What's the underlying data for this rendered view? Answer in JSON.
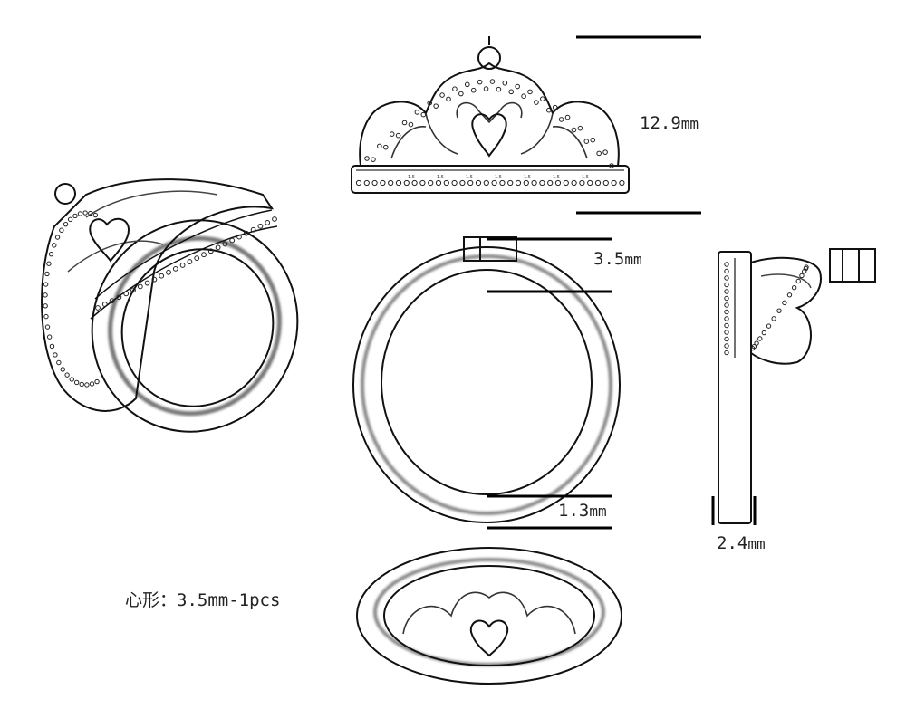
{
  "dimensions": {
    "crown_height": {
      "value": "12.9",
      "unit": "mm"
    },
    "band_top_width": {
      "value": "3.5",
      "unit": "mm"
    },
    "band_thickness": {
      "value": "1.3",
      "unit": "mm"
    },
    "band_side_width": {
      "value": "2.4",
      "unit": "mm"
    }
  },
  "band_stone_label": "1.5",
  "note": "心形：3.5mm-1pcs",
  "colors": {
    "line": "#111111",
    "shade": "#9a9a9a",
    "paper": "#ffffff"
  }
}
